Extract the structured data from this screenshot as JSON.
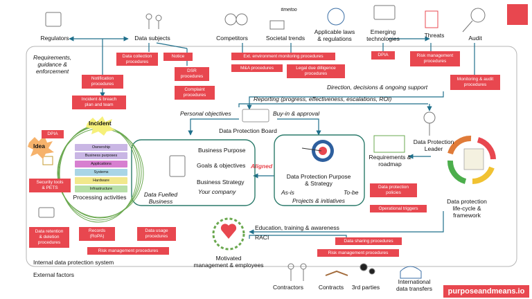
{
  "stakeholders": {
    "regulators": "Regulators",
    "data_subjects": "Data subjects",
    "competitors": "Competitors",
    "societal_trends": "Societal trends",
    "applicable_laws": "Applicable laws\n& regulations",
    "emerging_technologies": "Emerging\ntechnologies",
    "threats": "Threats",
    "audit": "Audit",
    "metoo_tag": "#metoo"
  },
  "left_labels": {
    "requirements": "Requirements,\nguidance &\nenforcement",
    "internal_system": "Internal data protection system",
    "external_factors": "External factors"
  },
  "red_boxes": {
    "data_collection": "Data collection\nprocedures",
    "notice": "Notice",
    "dsr": "DSR\nprocedures",
    "complaint": "Complaint\nprocedures",
    "notification": "Notification\nprocedures",
    "incident_breach": "Incident & breach\nplan and team",
    "ext_env": "Ext. environment monitoring procedures",
    "ma": "M&A procedures",
    "legal_dd": "Legal due dilligence\nprocedures",
    "dpia_top": "DPIA",
    "risk_mgmt_top": "Risk management\nprocedures",
    "monitoring_audit": "Monitoring & audit\nprocedures",
    "dpia_left": "DPIA",
    "security_tools": "Security tools\n& PETS",
    "data_retention": "Data retention\n& deletion\nprocedures",
    "records": "Records\n(RoPA)",
    "data_usage": "Data usage\nprocedures",
    "risk_mgmt_bottom": "Risk management procedures",
    "dp_policies": "Data protection\npolicies",
    "op_triggers": "Operational triggers",
    "data_sharing": "Data sharing procedures",
    "risk_mgmt_lower": "Risk management procedures"
  },
  "processing": {
    "incident": "Incident",
    "idea": "Idea",
    "layers": [
      "Ownership",
      "Business purposes",
      "Applications",
      "Systems",
      "Hardware",
      "Infrastructure"
    ],
    "layer_colors": [
      "#c9b6e4",
      "#c9b6e4",
      "#d77fd0",
      "#a9d5e6",
      "#f1e88c",
      "#b7dfa8"
    ],
    "label": "Processing activities"
  },
  "center": {
    "personal_objectives": "Personal objectives",
    "buy_in": "Buy-in & approval",
    "reporting": "Reporting (progress, effectiveness, escalations, ROI)",
    "direction": "Direction, decisions & ongoing support",
    "dp_board": "Data Protection Board",
    "dp_leader": "Data Protection\nLeader",
    "requirements_roadmap": "Requirements &\nroadmap",
    "business_purpose": "Business Purpose",
    "goals": "Goals & objectives",
    "aligned": "Aligned",
    "business_strategy": "Business Strategy",
    "your_company": "Your company",
    "data_fuelled": "Data Fuelled\nBusiness",
    "dp_purpose": "Data Protection Purpose\n& Strategy",
    "as_is": "As-is",
    "to_be": "To-be",
    "projects": "Projects & initiatives",
    "lifecycle": "Data protection\nlife-cycle &\nframework",
    "education": "Education, training & awareness",
    "raci": "RACI",
    "motivated": "Motivated\nmanagement & employees"
  },
  "bottom": {
    "contractors": "Contractors",
    "contracts": "Contracts",
    "third_parties": "3rd parties",
    "intl_transfers": "International\ndata transfers"
  },
  "brand": "purposeandmeans.io",
  "colors": {
    "accent": "#e8474f",
    "line": "#1f6f8b",
    "box": "#2a7a6a"
  }
}
